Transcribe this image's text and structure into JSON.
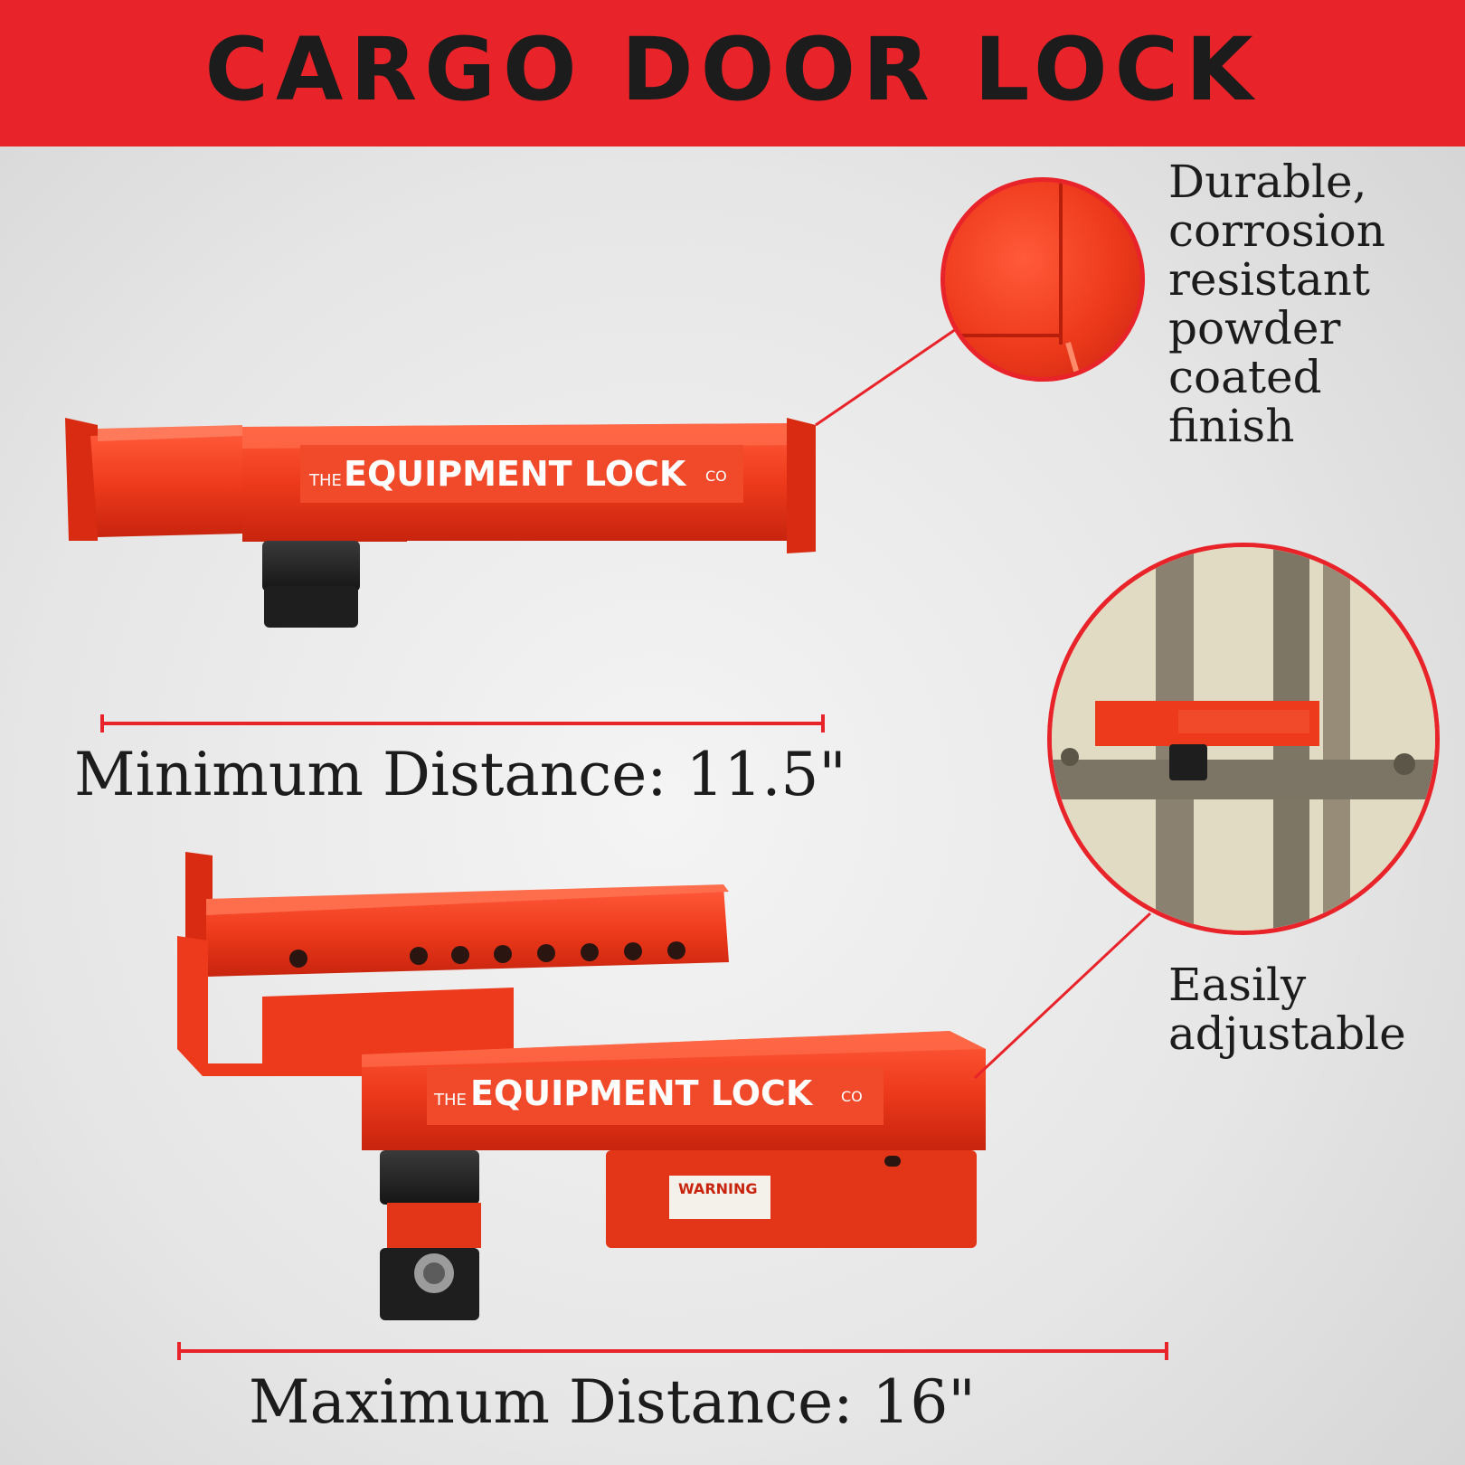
{
  "banner": {
    "title": "CARGO DOOR LOCK"
  },
  "features": {
    "finish": [
      "Durable,",
      "corrosion",
      "resistant",
      "powder",
      "coated",
      "finish"
    ],
    "adjustable": [
      "Easily",
      "adjustable"
    ]
  },
  "dimensions": {
    "minimum_label": "Minimum Distance: 11.5\"",
    "maximum_label": "Maximum Distance: 16\""
  },
  "product": {
    "brand_small": "THE",
    "brand_main": "EQUIPMENT LOCK",
    "brand_suffix": "CO",
    "warning_label": "WARNING"
  },
  "colors": {
    "accent": "#e8232a",
    "product_red": "#ee3a1c",
    "text": "#1c1c1c"
  }
}
